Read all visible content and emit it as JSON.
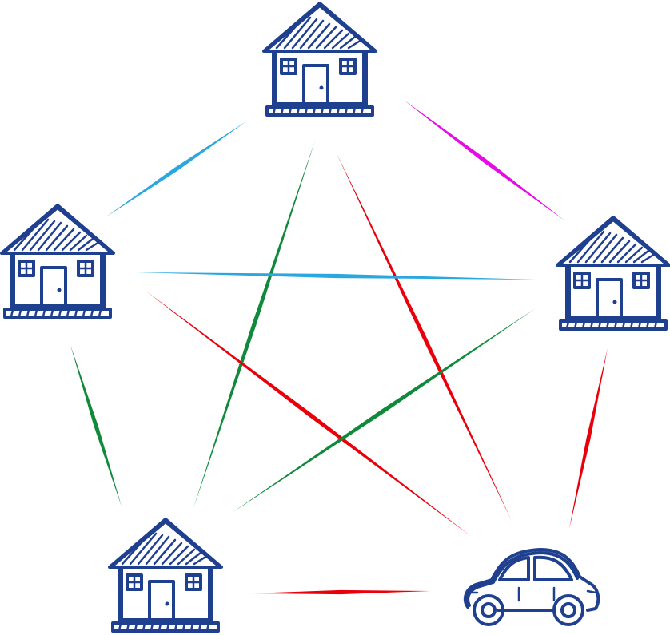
{
  "nodes": [
    {
      "id": "house-top",
      "type": "house"
    },
    {
      "id": "house-left",
      "type": "house"
    },
    {
      "id": "house-right",
      "type": "house"
    },
    {
      "id": "house-bottom-left",
      "type": "house"
    },
    {
      "id": "car",
      "type": "car"
    }
  ],
  "edges": [
    {
      "from": "house-top",
      "to": "house-left",
      "color": "#2aa7df"
    },
    {
      "from": "house-top",
      "to": "house-right",
      "color": "#e60ae6"
    },
    {
      "from": "house-top",
      "to": "house-bottom-left",
      "color": "#0f8a3a"
    },
    {
      "from": "house-top",
      "to": "car",
      "color": "#e8000b"
    },
    {
      "from": "house-left",
      "to": "house-right",
      "color": "#2aa7df"
    },
    {
      "from": "house-left",
      "to": "house-bottom-left",
      "color": "#0f8a3a"
    },
    {
      "from": "house-left",
      "to": "car",
      "color": "#e8000b"
    },
    {
      "from": "house-right",
      "to": "house-bottom-left",
      "color": "#0f8a3a"
    },
    {
      "from": "house-right",
      "to": "car",
      "color": "#e8000b"
    },
    {
      "from": "house-bottom-left",
      "to": "car",
      "color": "#e8000b"
    }
  ],
  "colors": {
    "icon_stroke": "#1f3f8f",
    "blue": "#2aa7df",
    "magenta": "#e60ae6",
    "green": "#0f8a3a",
    "red": "#e8000b"
  }
}
